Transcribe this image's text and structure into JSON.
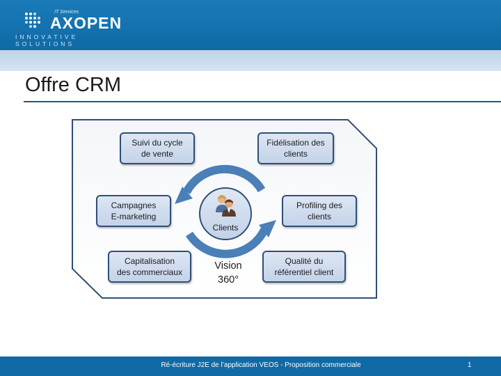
{
  "logo": {
    "sub_label": "IT Services",
    "name": "AXOPEN",
    "tagline": "INNOVATIVE SOLUTIONS"
  },
  "slide": {
    "title": "Offre CRM"
  },
  "diagram": {
    "center_label": "Clients",
    "vision_line1": "Vision",
    "vision_line2": "360°",
    "boxes": [
      {
        "line1": "Suivi du cycle",
        "line2": "de vente"
      },
      {
        "line1": "Fidélisation des",
        "line2": "clients"
      },
      {
        "line1": "Campagnes",
        "line2": "E-marketing"
      },
      {
        "line1": "Profiling des",
        "line2": "clients"
      },
      {
        "line1": "Capitalisation",
        "line2": "des commerciaux"
      },
      {
        "line1": "Qualité du",
        "line2": "référentiel client"
      }
    ],
    "colors": {
      "box_border": "#2f4e77",
      "arrow": "#4a7fb8",
      "frame": "#2f4e77"
    }
  },
  "footer": {
    "text": "Ré-écriture J2E de l’application VEOS - Proposition commerciale",
    "page": "1"
  }
}
